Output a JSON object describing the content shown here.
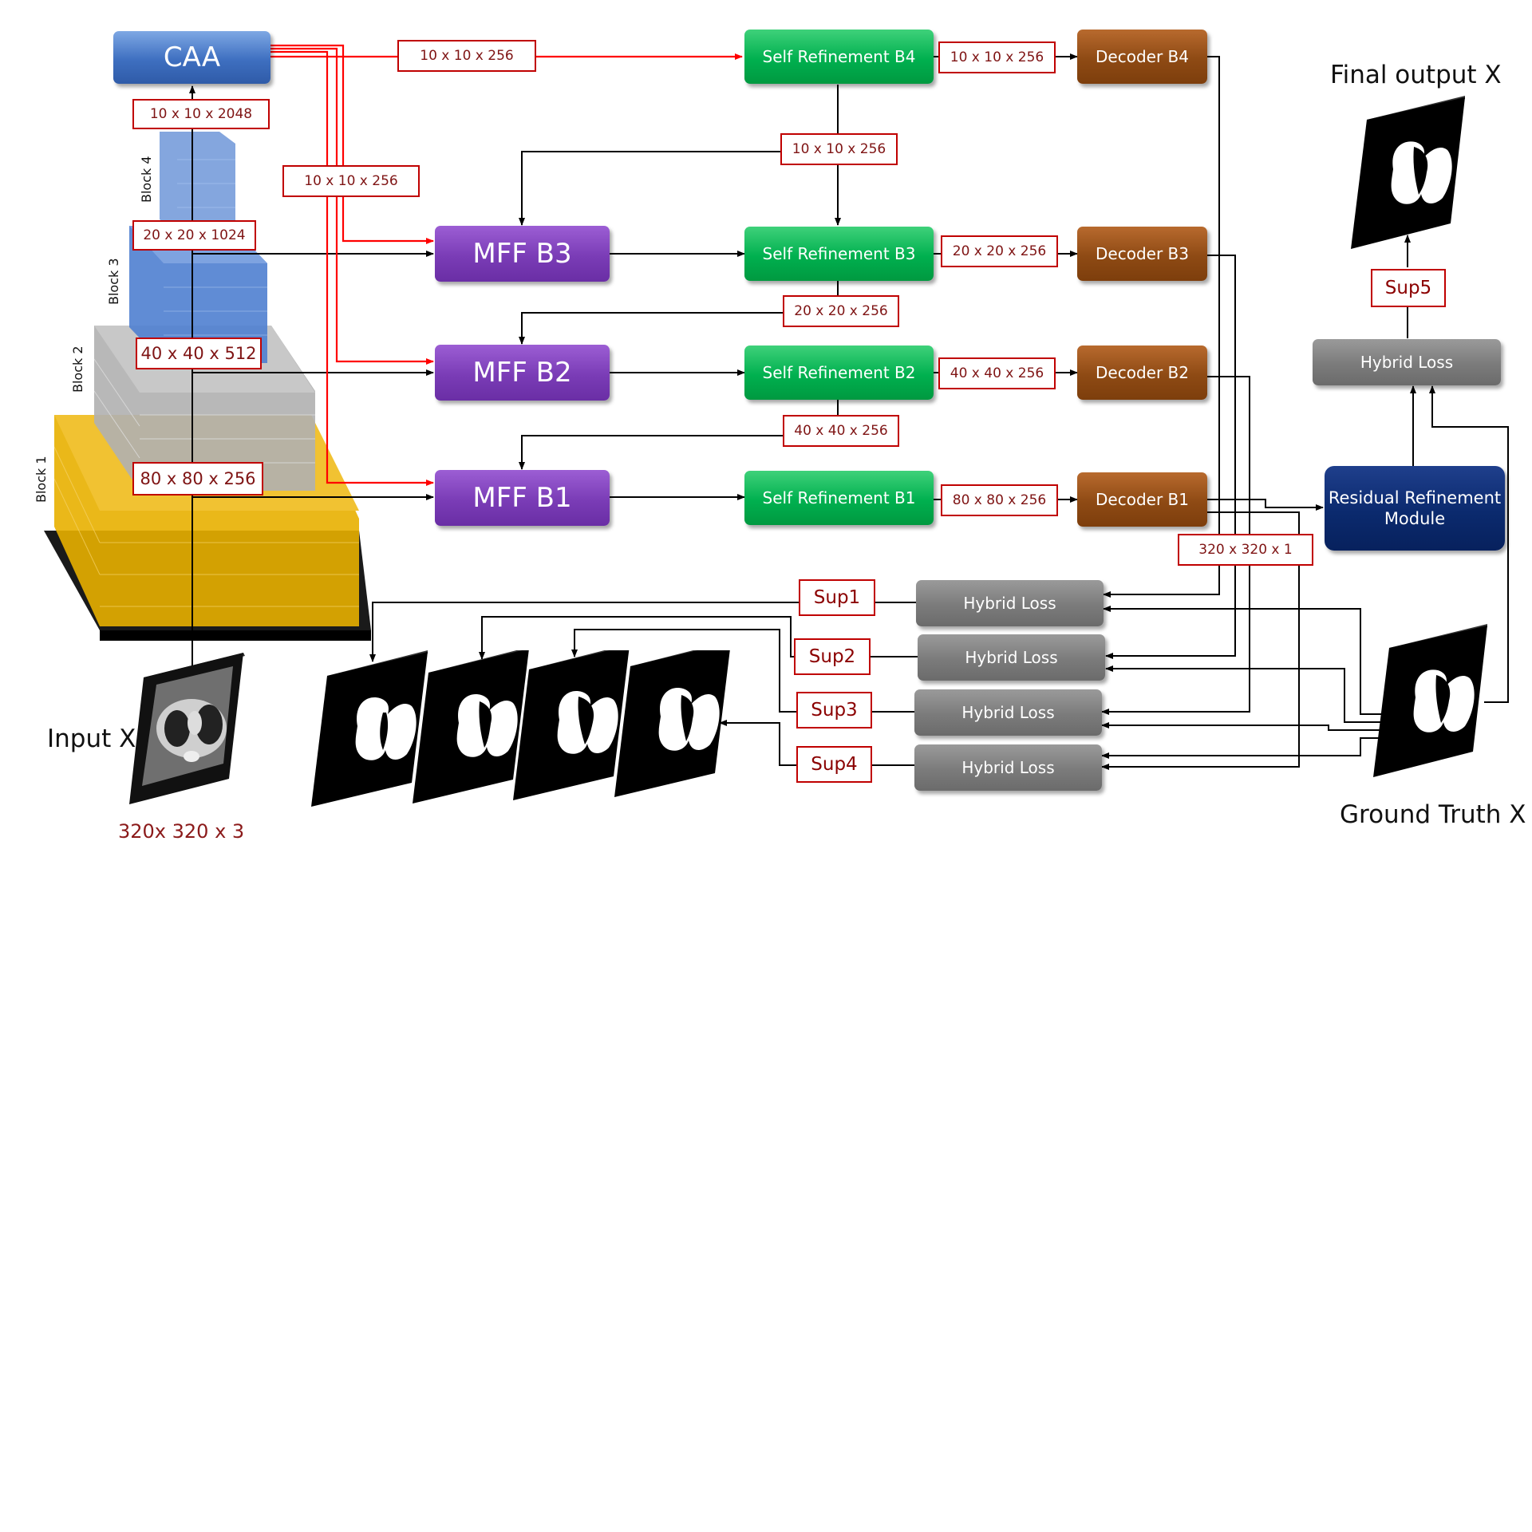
{
  "encoder": {
    "caa": "CAA",
    "blocks": [
      "Block 1",
      "Block 2",
      "Block 3",
      "Block 4"
    ],
    "dims": [
      "80 x 80 x 256",
      "40 x 40 x 512",
      "20 x 20 x 1024",
      "10 x 10 x 2048"
    ]
  },
  "attention_dims": {
    "to_sr4": "10 x 10 x 256",
    "to_mff": "10 x 10 x 256"
  },
  "mff": [
    "MFF B3",
    "MFF B2",
    "MFF B1"
  ],
  "self_refinement": [
    "Self Refinement B4",
    "Self Refinement B3",
    "Self Refinement B2",
    "Self Refinement B1"
  ],
  "decoder": [
    "Decoder B4",
    "Decoder B3",
    "Decoder B2",
    "Decoder B1"
  ],
  "sr_to_decoder_dims": [
    "10 x 10 x 256",
    "20 x 20 x 256",
    "40 x 40 x 256",
    "80 x 80 x 256"
  ],
  "sr_feedback_dims": [
    "10 x 10 x 256",
    "20 x 20 x 256",
    "40 x 40 x 256"
  ],
  "output_dim": "320 x 320 x 1",
  "residual_module": "Residual Refinement Module",
  "hybrid_loss": "Hybrid Loss",
  "sups": [
    "Sup1",
    "Sup2",
    "Sup3",
    "Sup4",
    "Sup5"
  ],
  "labels": {
    "input": "Input X",
    "input_dim": "320x 320 x 3",
    "final_output": "Final  output X",
    "ground_truth": "Ground Truth X"
  },
  "colors": {
    "caa": "#3e6fc0",
    "self_refinement": "#00b04f",
    "mff": "#7a3cb6",
    "decoder": "#8e4a14",
    "loss": "#7b7b7b",
    "residual": "#0b2a6e",
    "dim_border": "#c00000",
    "attention_wire": "#ff0000",
    "block1": "#e8b000",
    "block2": "#b0b0b0",
    "block3": "#4f7fd0",
    "block4": "#6f96d8"
  }
}
